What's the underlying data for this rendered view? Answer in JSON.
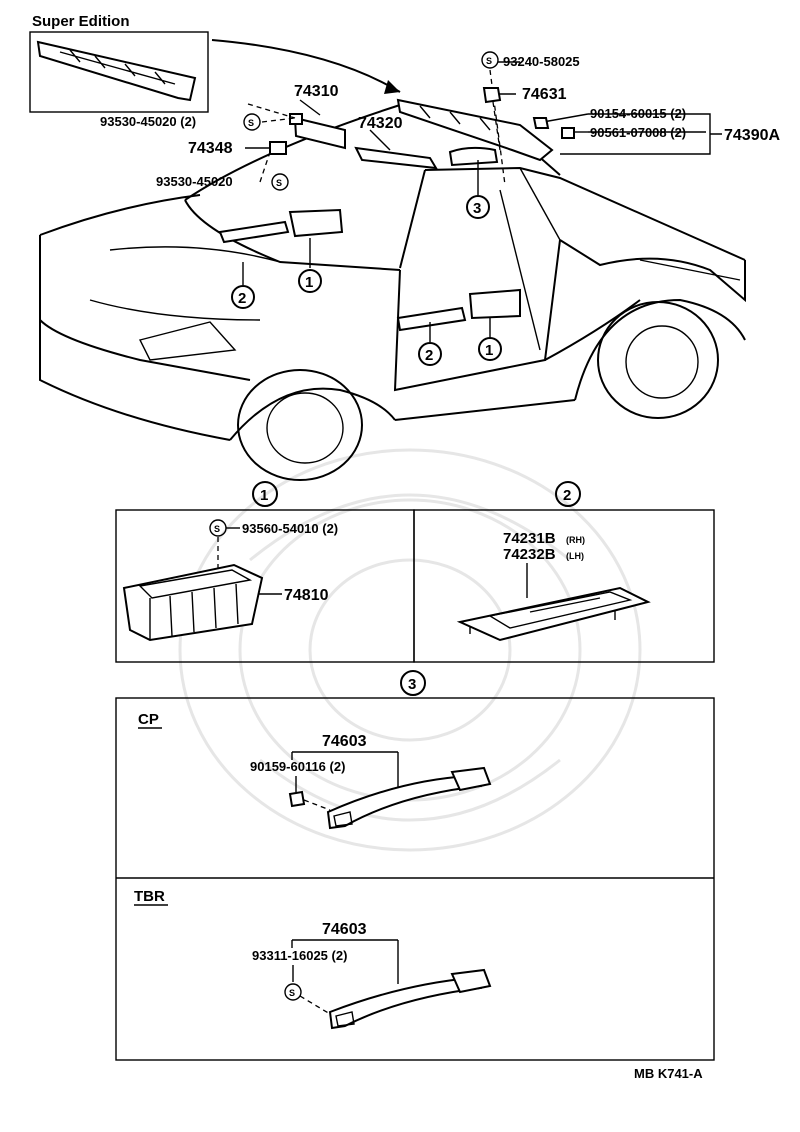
{
  "header": {
    "edition_label": "Super Edition"
  },
  "callouts": {
    "c1": "1",
    "c2": "2",
    "c3": "3"
  },
  "top_parts": {
    "p93240": "93240-58025",
    "p74631": "74631",
    "p90154": "90154-60015 (2)",
    "p90561": "90561-07008 (2)",
    "p74390a": "74390A",
    "p74310": "74310",
    "p74320": "74320",
    "p74348": "74348",
    "p93530a": "93530-45020 (2)",
    "p93530b": "93530-45020"
  },
  "screw_symbol": "S",
  "box1": {
    "screw": "93560-54010 (2)",
    "part": "74810"
  },
  "box2": {
    "part_rh": "74231B",
    "rh_tag": "(RH)",
    "part_lh": "74232B",
    "lh_tag": "(LH)"
  },
  "box3": {
    "cp": {
      "variant": "CP",
      "assy": "74603",
      "bolt": "90159-60116 (2)"
    },
    "tbr": {
      "variant": "TBR",
      "assy": "74603",
      "screw": "93311-16025 (2)"
    }
  },
  "footer": {
    "code": "MB  K741-A"
  }
}
